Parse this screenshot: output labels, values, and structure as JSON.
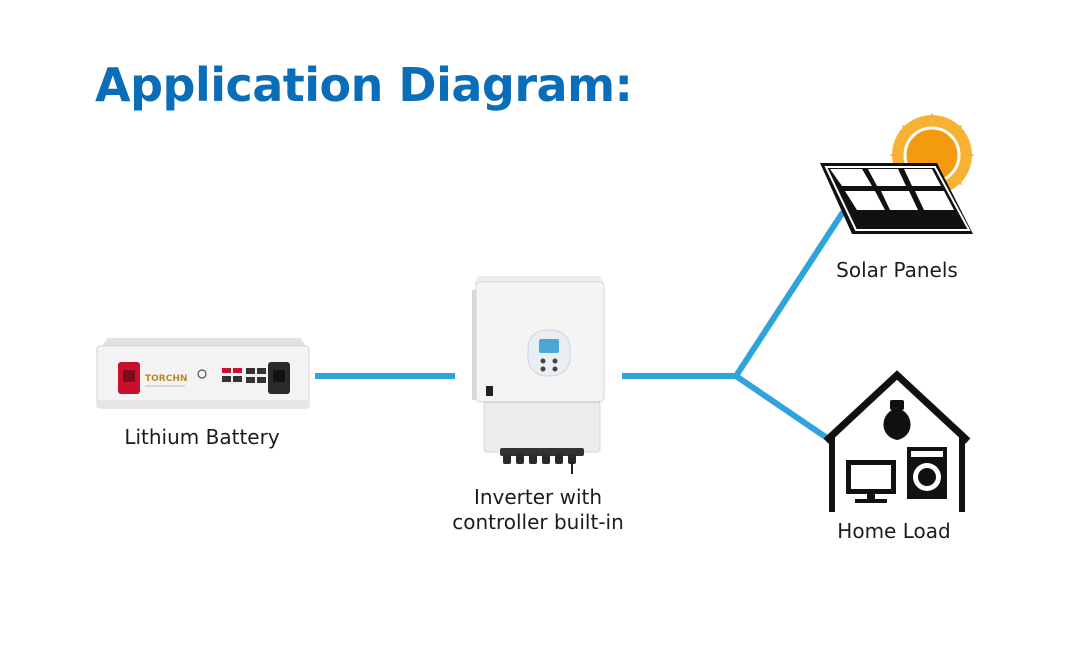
{
  "title": "Application Diagram:",
  "colors": {
    "title": "#0a6db8",
    "connector": "#2ea3dc",
    "sun": "#f5a31a",
    "icon": "#111111"
  },
  "nodes": {
    "battery": {
      "label": "Lithium Battery",
      "brand": "TORCHN"
    },
    "inverter": {
      "label_line1": "Inverter with",
      "label_line2": "controller built-in"
    },
    "solar": {
      "label": "Solar Panels"
    },
    "home": {
      "label": "Home Load"
    }
  },
  "icons": [
    "battery-image",
    "inverter-image",
    "solar-panel-icon",
    "sun-icon",
    "house-icon",
    "light-bulb-icon",
    "monitor-icon",
    "washing-machine-icon"
  ]
}
